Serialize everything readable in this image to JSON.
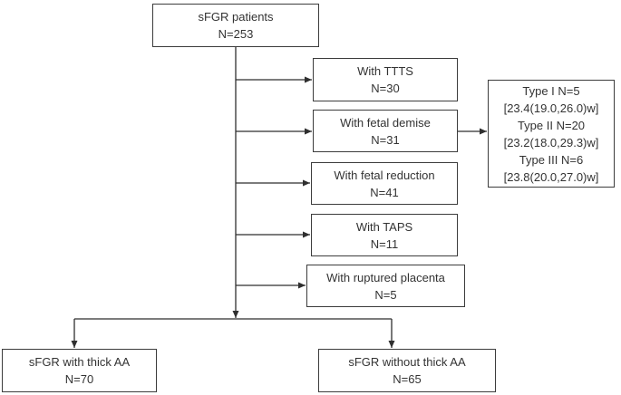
{
  "figure": {
    "background_color": "#ffffff",
    "line_color": "#2f2f2f",
    "text_color": "#333333",
    "nodes": {
      "root": {
        "label": "sFGR patients",
        "count": "N=253"
      },
      "ttts": {
        "label": "With TTTS",
        "count": "N=30"
      },
      "fetal_demise": {
        "label": "With fetal demise",
        "count": "N=31"
      },
      "fetal_reduction": {
        "label": "With fetal reduction",
        "count": "N=41"
      },
      "taps": {
        "label": "With TAPS",
        "count": "N=11"
      },
      "ruptured_placenta": {
        "label": "With ruptured placenta",
        "count": "N=5"
      },
      "demise_types": {
        "lines": [
          "Type I   N=5",
          "[23.4(19.0,26.0)w]",
          "Type II  N=20",
          "[23.2(18.0,29.3)w]",
          "Type III  N=6",
          "[23.8(20.0,27.0)w]"
        ]
      },
      "thick_aa": {
        "label": "sFGR with thick AA",
        "count": "N=70"
      },
      "without_thick_aa": {
        "label": "sFGR without thick AA",
        "count": "N=65"
      }
    }
  }
}
